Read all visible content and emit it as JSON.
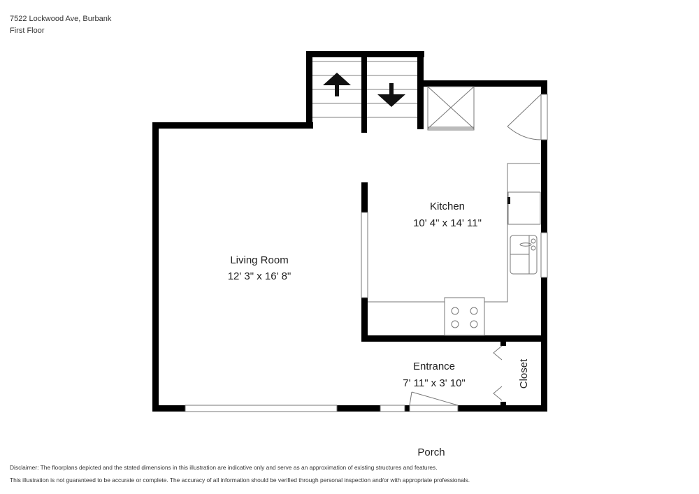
{
  "header": {
    "address": "7522 Lockwood Ave, Burbank",
    "floor": "First Floor"
  },
  "rooms": [
    {
      "name": "Living Room",
      "dimensions": "12' 3\" x 16' 8\""
    },
    {
      "name": "Kitchen",
      "dimensions": "10' 4\" x 14' 11\""
    },
    {
      "name": "Entrance",
      "dimensions": "7' 11\" x 3' 10\""
    },
    {
      "name": "Closet"
    },
    {
      "name": "Porch"
    }
  ],
  "stairs": [
    {
      "direction": "up",
      "icon": "arrow-up-icon"
    },
    {
      "direction": "down",
      "icon": "arrow-down-icon"
    }
  ],
  "footer": {
    "disclaimer_line1": "Disclaimer: The floorplans depicted and the stated dimensions in this illustration are indicative only and serve as an approximation of existing structures and features.",
    "disclaimer_line2": "This illustration is not guaranteed to be accurate or complete. The accuracy of all information should be verified through personal inspection and/or with appropriate professionals."
  },
  "colors": {
    "wall": "#000000",
    "fixture_line": "#777777",
    "background": "#ffffff"
  }
}
